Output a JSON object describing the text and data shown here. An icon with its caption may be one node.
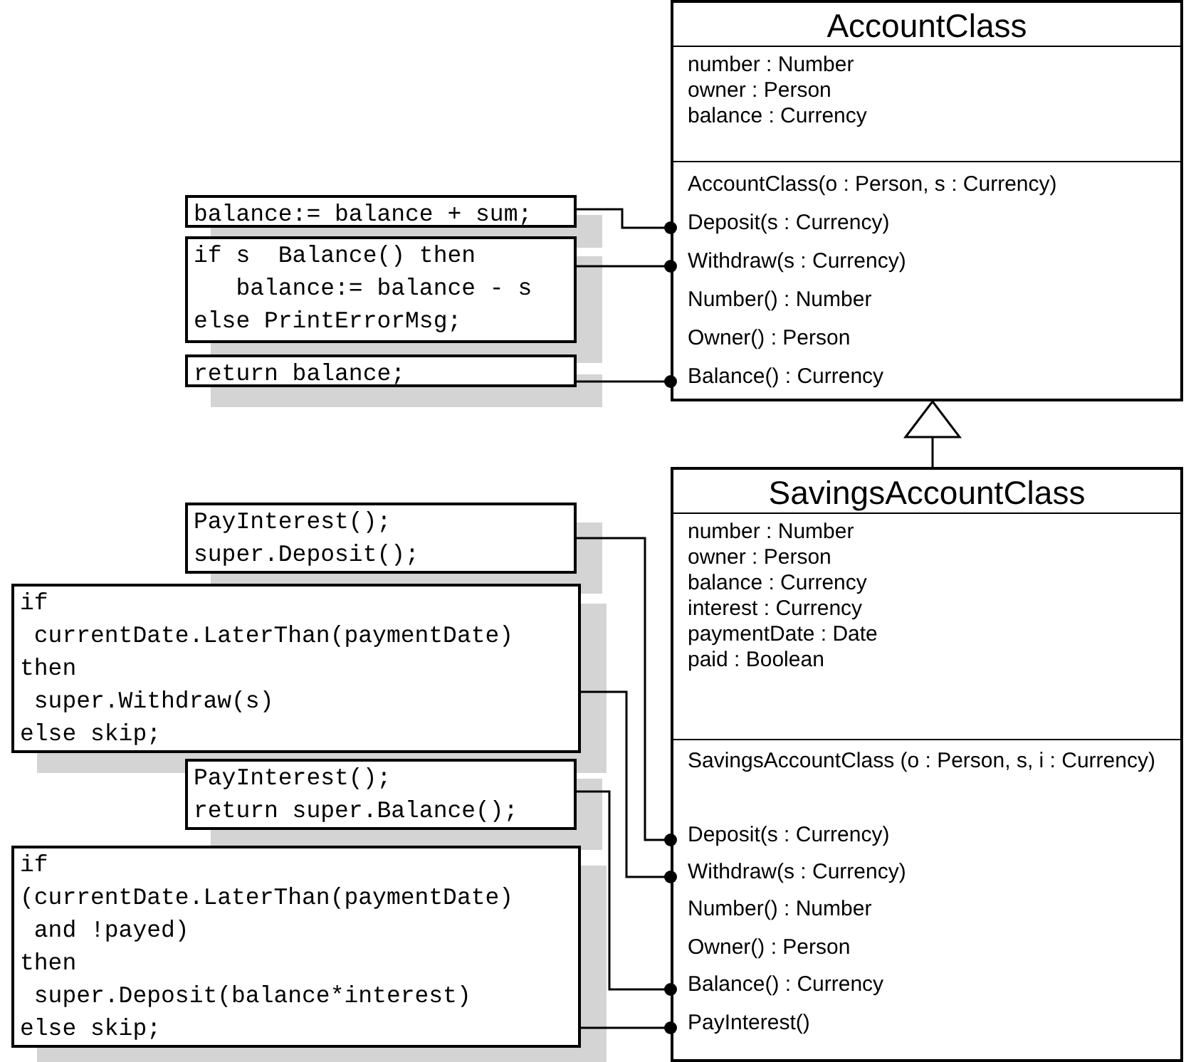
{
  "diagram": {
    "nodes": [
      {
        "text": [
          "AccountClass"
        ]
      },
      {
        "text": [
          "number : Number",
          "owner : Person",
          "balance : Currency"
        ],
        "in": 0
      },
      {
        "text": [
          "AccountClass(o : Person, s : Currency)"
        ],
        "in": 0
      },
      {
        "text": [
          "Deposit(s : Currency)"
        ],
        "in": 0
      },
      {
        "text": [
          "Withdraw(s : Currency)"
        ],
        "in": 0
      },
      {
        "text": [
          "Number() : Number"
        ],
        "in": 0
      },
      {
        "text": [
          "Owner() : Person"
        ],
        "in": 0
      },
      {
        "text": [
          "Balance() : Currency"
        ],
        "in": 0
      },
      {
        "text": [
          "SavingsAccountClass"
        ]
      },
      {
        "text": [
          "number : Number",
          "owner : Person",
          "balance : Currency",
          "interest : Currency",
          "paymentDate : Date",
          "paid : Boolean"
        ],
        "in": 8
      },
      {
        "text": [
          "SavingsAccountClass (o : Person, s, i : Currency)"
        ],
        "in": 8
      },
      {
        "text": [
          "Deposit(s : Currency)"
        ],
        "in": 8
      },
      {
        "text": [
          "Withdraw(s : Currency)"
        ],
        "in": 8
      },
      {
        "text": [
          "Number() : Number"
        ],
        "in": 8
      },
      {
        "text": [
          "Owner() : Person"
        ],
        "in": 8
      },
      {
        "text": [
          "Balance() : Currency"
        ],
        "in": 8
      },
      {
        "text": [
          "PayInterest()"
        ],
        "in": 8
      },
      {
        "text": [
          "balance:= balance + sum;"
        ]
      },
      {
        "text": [
          "if s  Balance() then",
          "   balance:= balance - s",
          "else PrintErrorMsg;"
        ]
      },
      {
        "text": [
          "return balance;"
        ]
      },
      {
        "text": [
          "PayInterest();",
          "super.Deposit();"
        ]
      },
      {
        "text": [
          "if",
          " currentDate.LaterThan(paymentDate)",
          "then",
          " super.Withdraw(s)",
          "else skip;"
        ]
      },
      {
        "text": [
          "PayInterest();",
          "return super.Balance();"
        ]
      },
      {
        "text": [
          "if",
          "(currentDate.LaterThan(paymentDate)",
          " and !payed)",
          "then",
          " super.Deposit(balance*interest)",
          "else skip;"
        ]
      }
    ],
    "edges": [
      {
        "from": 8,
        "to": 0,
        "arrow": "to"
      },
      {
        "from": 17,
        "to": 3,
        "arrow": "other"
      },
      {
        "from": 18,
        "to": 4,
        "arrow": "other"
      },
      {
        "from": 19,
        "to": 7,
        "arrow": "other"
      },
      {
        "from": 20,
        "to": 11,
        "arrow": "other"
      },
      {
        "from": 21,
        "to": 12,
        "arrow": "other"
      },
      {
        "from": 22,
        "to": 15,
        "arrow": "other"
      },
      {
        "from": 23,
        "to": 16,
        "arrow": "other"
      }
    ]
  }
}
